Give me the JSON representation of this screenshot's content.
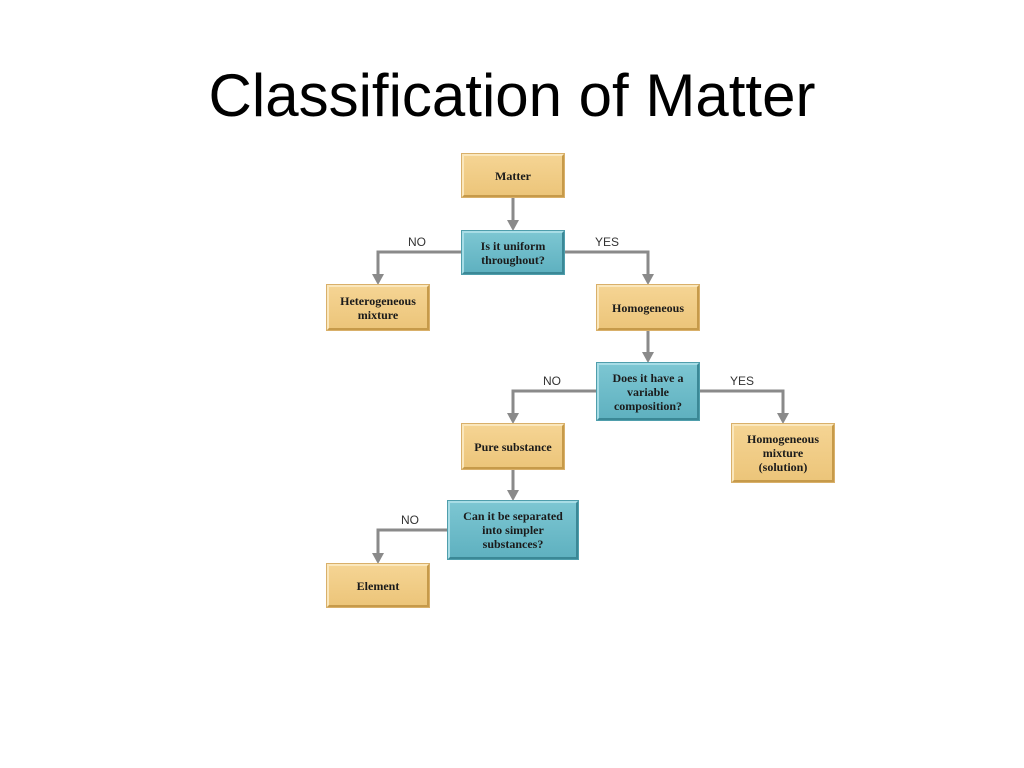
{
  "title": "Classification of Matter",
  "nodes": {
    "matter": "Matter",
    "uniform_question": "Is it uniform throughout?",
    "heterogeneous_mixture": "Heterogeneous mixture",
    "homogeneous": "Homogeneous",
    "variable_question": "Does it have a variable composition?",
    "pure_substance": "Pure substance",
    "homogeneous_mixture": "Homogeneous mixture (solution)",
    "separated_question": "Can it be separated into simpler substances?",
    "element": "Element"
  },
  "edge_labels": {
    "uniform_no": "NO",
    "uniform_yes": "YES",
    "variable_no": "NO",
    "variable_yes": "YES",
    "separated_no": "NO"
  },
  "colors": {
    "result_box": "#ecc57a",
    "question_box": "#5fb1c0",
    "arrow": "#8a8a8a"
  }
}
